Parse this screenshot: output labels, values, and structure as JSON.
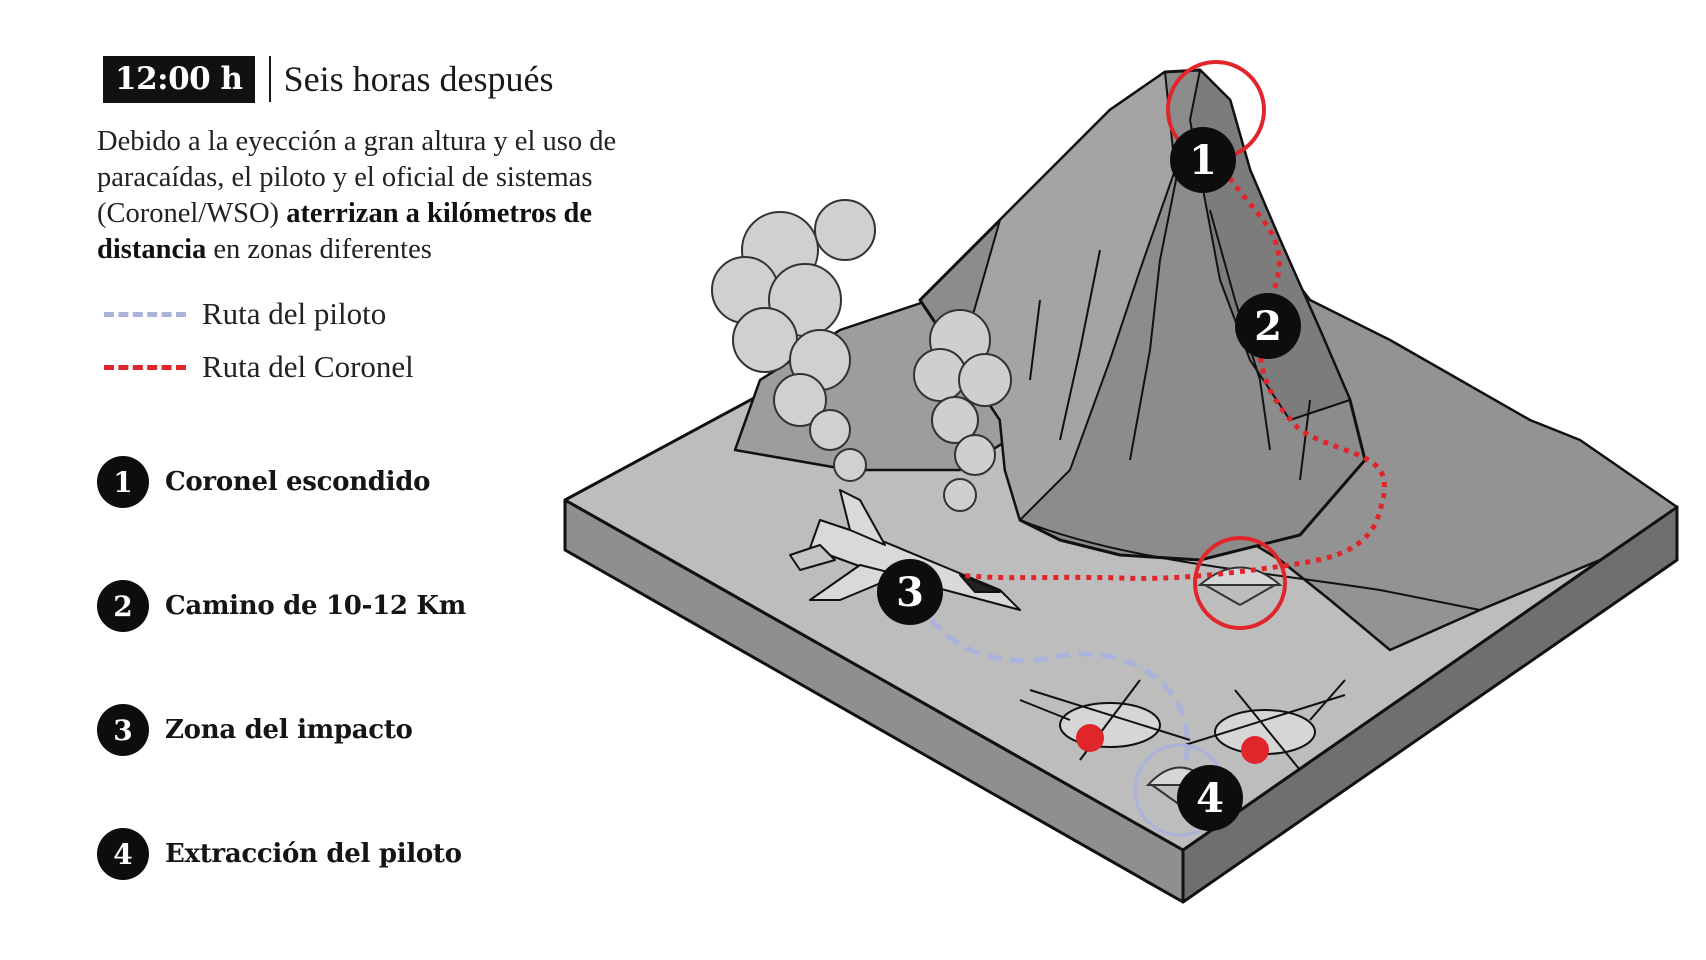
{
  "header": {
    "time": "12:00 h",
    "title": "Seis horas después"
  },
  "intro": {
    "part1": "Debido a la eyección a gran altura y el uso de paracaídas, el piloto y el oficial de sistemas (Coronel/WSO) ",
    "bold1": "aterrizan a kilómetros de distancia",
    "part2": " en zonas diferentes"
  },
  "legend": [
    {
      "label": "Ruta del piloto",
      "color": "#a9b3dc"
    },
    {
      "label": "Ruta del Coronel",
      "color": "#e0262b"
    }
  ],
  "keys": [
    {
      "number": "1",
      "label": "Coronel escondido"
    },
    {
      "number": "2",
      "label": "Camino de 10-12 Km"
    },
    {
      "number": "3",
      "label": "Zona del impacto"
    },
    {
      "number": "4",
      "label": "Extracción del piloto"
    }
  ],
  "markers": [
    "1",
    "2",
    "3",
    "4"
  ],
  "colors": {
    "coronel_route": "#e0262b",
    "pilot_route": "#a9b3dc",
    "highlight_circle": "#e0262b",
    "terrain_top": "#b9b9b9",
    "terrain_side": "#8a8a8a",
    "mountain": "#8e8e8e",
    "marker": "#0d0d0d"
  }
}
